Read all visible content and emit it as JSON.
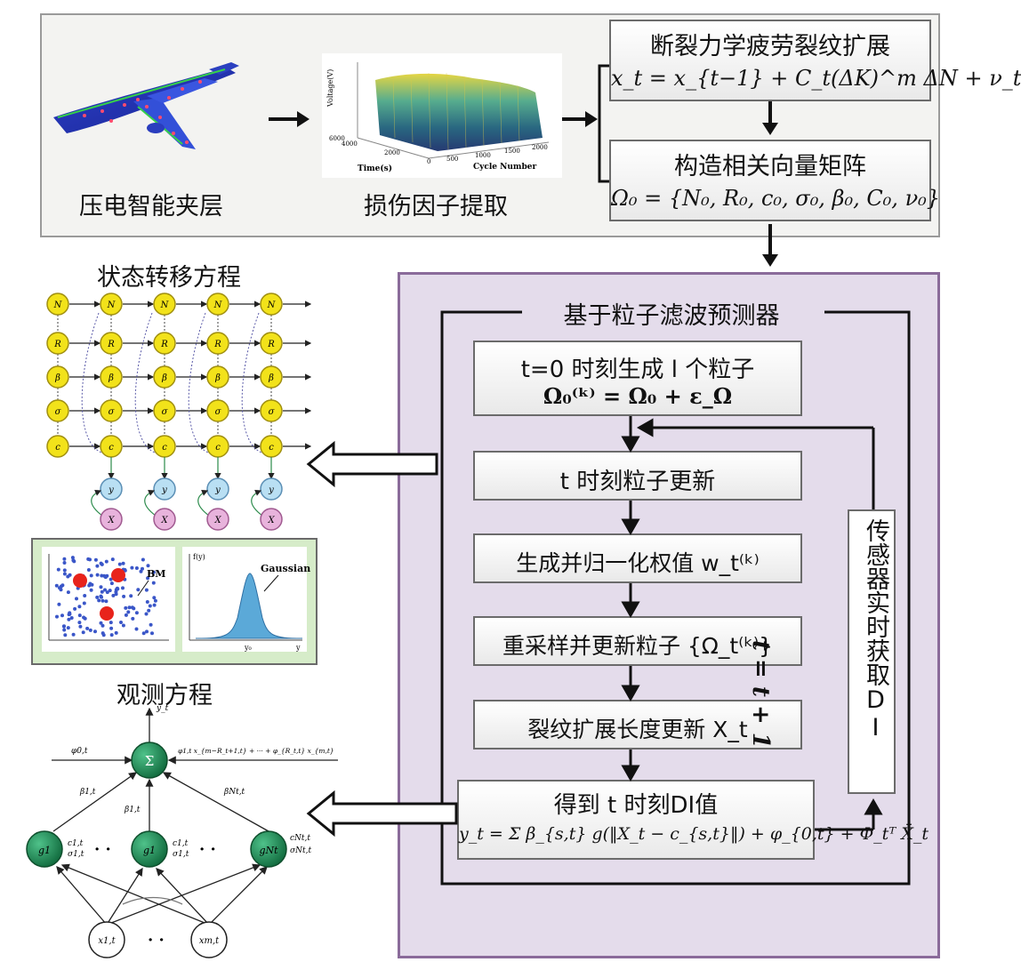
{
  "top_panel": {
    "label_sensor": "压电智能夹层",
    "label_damage": "损伤因子提取",
    "box1_title": "断裂力学疲劳裂纹扩展",
    "box1_eq": "x_t = x_{t−1} + C_t(ΔK)^m ΔN + ν_t",
    "box2_title": "构造相关向量矩阵",
    "box2_eq": "Ω₀ = {N₀, R₀, c₀, σ₀, β₀, C₀, ν₀}",
    "plot_zlabel": "Voltage(V)",
    "plot_xlabel": "Cycle Number",
    "plot_ylabel": "Time(s)",
    "plot_ticks_x": [
      "0",
      "500",
      "1000",
      "1500",
      "2000"
    ],
    "plot_ticks_y": [
      "0",
      "2000",
      "4000",
      "6000"
    ]
  },
  "predictor": {
    "title": "基于粒子滤波预测器",
    "step1_line1": "t=0 时刻生成 l 个粒子",
    "step1_line2": "Ω₀⁽ᵏ⁾ = Ω₀ + ε_Ω",
    "step2": "t 时刻粒子更新",
    "step3": "生成并归一化权值 w_t⁽ᵏ⁾",
    "step4": "重采样并更新粒子 {Ω_t⁽ᵏ⁾}",
    "step5": "裂纹扩展长度更新 X_t",
    "step6_line1": "得到 t 时刻DI值",
    "step6_line2": "y_t = Σ β_{s,t} g(‖X_t − c_{s,t}‖) + φ_{0,t} + Φ_tᵀ X̄_t",
    "loop_label": "t = t + 1",
    "sensor_label": "传感器实时获取DI"
  },
  "state_panel": {
    "title": "状态转移方程",
    "row_labels": [
      "N",
      "R",
      "β",
      "σ",
      "c"
    ],
    "obs_label": "y",
    "hidden_label": "X",
    "bm_label": "BM",
    "gaussian_label": "Gaussian",
    "gauss_ylabel": "f(y)",
    "gauss_xlabel": "y",
    "gauss_tick": "y₀"
  },
  "obs_panel": {
    "title": "观测方程",
    "output_label": "y_t",
    "sum_symbol": "Σ",
    "bias_label": "φ0,t",
    "linear_terms": "φ1,t x_{m−R_t+1,t} + ··· + φ_{R_t,t} x_{m,t}",
    "weight_labels": [
      "β1,t",
      "β1,t",
      "βNt,t"
    ],
    "center_labels": [
      "c1,t",
      "c1,t",
      "cNt,t"
    ],
    "width_labels": [
      "σ1,t",
      "σ1,t",
      "σNt,t"
    ],
    "node_labels": [
      "g1",
      "g1",
      "gNt"
    ],
    "input_labels": [
      "x1,t",
      "xm,t"
    ],
    "dots": "·  ·"
  },
  "colors": {
    "panel_top_bg": "#f3f3f1",
    "panel_predictor_bg": "#e4dceb",
    "panel_predictor_border": "#8a6b9a",
    "yellow_node": "#f2e21a",
    "blue_node": "#b9dff3",
    "pink_node": "#e8b3dc",
    "green_node": "#1f8a55",
    "gauss_panel": "#d6ecc9",
    "arrow": "#111111"
  }
}
